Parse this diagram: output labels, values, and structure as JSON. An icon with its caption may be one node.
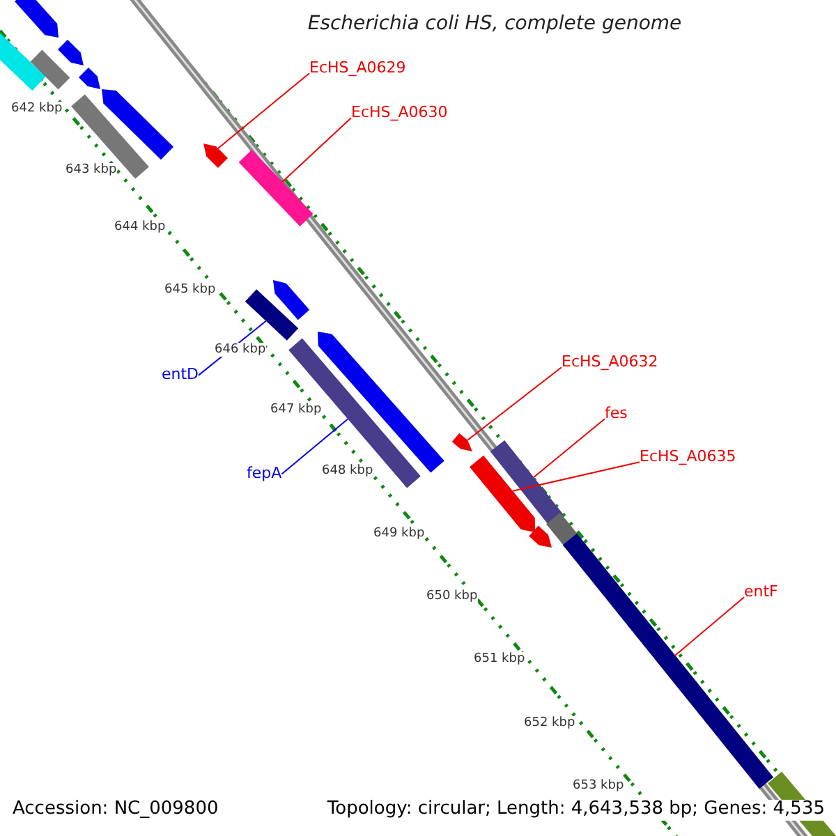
{
  "diagram": {
    "title": "Escherichia coli HS, complete genome",
    "nodes": [
      {
        "text": [
          "EcHS_A0629"
        ]
      },
      {
        "text": [
          "EcHS_A0630"
        ]
      },
      {
        "text": [
          "entD"
        ]
      },
      {
        "text": [
          "fepA"
        ]
      },
      {
        "text": [
          "EcHS_A0632"
        ]
      },
      {
        "text": [
          "fes"
        ]
      },
      {
        "text": [
          "EcHS_A0635"
        ]
      },
      {
        "text": [
          "entF"
        ]
      },
      {
        "text": [],
        "shape": "bar"
      },
      {
        "text": [],
        "shape": "bar"
      },
      {
        "text": [],
        "shape": "bar"
      },
      {
        "text": [],
        "shape": "bar"
      },
      {
        "text": [],
        "shape": "bar"
      },
      {
        "text": [],
        "shape": "bar"
      },
      {
        "text": [],
        "shape": "bar"
      },
      {
        "text": [],
        "shape": "bar"
      },
      {
        "text": [],
        "shape": "bar"
      },
      {
        "text": [],
        "shape": "bar"
      },
      {
        "text": [],
        "shape": "bar"
      },
      {
        "text": [],
        "shape": "bar"
      },
      {
        "text": [],
        "shape": "bar"
      },
      {
        "text": [],
        "shape": "bar"
      },
      {
        "text": [],
        "shape": "bar"
      },
      {
        "text": [],
        "shape": "bar"
      },
      {
        "text": [],
        "shape": "bar"
      },
      {
        "text": [],
        "shape": "bar"
      },
      {
        "text": [],
        "shape": "bar"
      },
      {
        "text": [],
        "shape": "bar"
      }
    ],
    "edges": [
      {
        "from": 0,
        "to": 15,
        "arrow": "none"
      },
      {
        "from": 1,
        "to": 16,
        "arrow": "none"
      },
      {
        "from": 2,
        "to": 18,
        "arrow": "none",
        "color": "#0000ee"
      },
      {
        "from": 3,
        "to": 20,
        "arrow": "none",
        "color": "#0000ee"
      },
      {
        "from": 4,
        "to": 21,
        "arrow": "none"
      },
      {
        "from": 5,
        "to": 22,
        "arrow": "none"
      },
      {
        "from": 6,
        "to": 23,
        "arrow": "none"
      },
      {
        "from": 7,
        "to": 26,
        "arrow": "none"
      }
    ],
    "labels": [
      "642 kbp",
      "643 kbp",
      "644 kbp",
      "645 kbp",
      "646 kbp",
      "647 kbp",
      "648 kbp",
      "649 kbp",
      "650 kbp",
      "651 kbp",
      "652 kbp",
      "653 kbp",
      "Accession: NC_009800",
      "Topology: circular; Length: 4,643,538 bp; Genes: 4,535"
    ]
  }
}
